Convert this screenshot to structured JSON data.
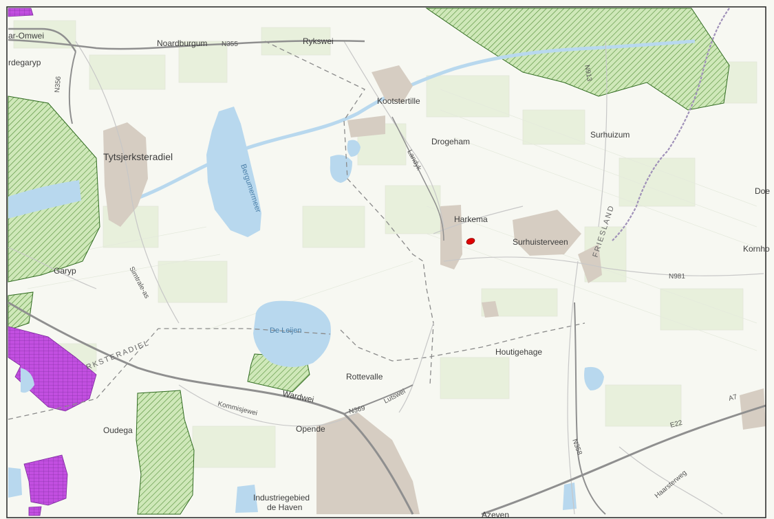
{
  "map": {
    "colors": {
      "background": "#fbfbf8",
      "farmland": "#eef3e3",
      "water": "#b9d9ee",
      "nature": "#c9e6b2",
      "nature_edge": "#2f6a1f",
      "industrial": "#d3b6e8",
      "industrial_fill": "#c04fdc",
      "urban": "#cfc6bb",
      "road_major": "#8d8d8d",
      "road_minor": "#cfcfcf",
      "boundary": "#8a8a8a",
      "province_boundary": "#a091b9",
      "marker": "#e00000"
    },
    "places": {
      "tytsjerksteradiel": "Tytsjerksteradiel",
      "kootstertille": "Kootstertille",
      "drogeham": "Drogeham",
      "surhuizum": "Surhuizum",
      "harkema": "Harkema",
      "surhuisterveen": "Surhuisterveen",
      "garyp": "Garyp",
      "houtigehage": "Houtigehage",
      "rottevalle": "Rottevalle",
      "oudega": "Oudega",
      "opende": "Opende",
      "industriegebied_1": "Industriegebied",
      "industriegebied_2": "de Haven",
      "azeven": "Azeven",
      "noardburgum": "Noardburgum",
      "ardegaryp": "rdegaryp",
      "doe": "Doe",
      "kornho": "Kornho"
    },
    "roads": {
      "omwei": "ar-Omwei",
      "n355": "N355",
      "rykswei": "Rykswei",
      "n356": "N356",
      "landyk": "Landyk",
      "simmerweg": "Simtrale-as",
      "wardwei": "Wardwei",
      "kommisjewei": "Kommisjewei",
      "n369": "N369",
      "lutswei": "Lutswei",
      "n981": "N981",
      "n358": "N358",
      "e22": "E22",
      "a7": "A7",
      "haarsterweg": "Haarsterweg",
      "n913": "N913"
    },
    "water": {
      "bergumermeer": "Bergumermeer",
      "de_leijen": "De Leijen"
    },
    "regions": {
      "tytsjerksteradiel_boundary": "RKSTERADIEL",
      "friesland": "FRIESLAND"
    }
  }
}
